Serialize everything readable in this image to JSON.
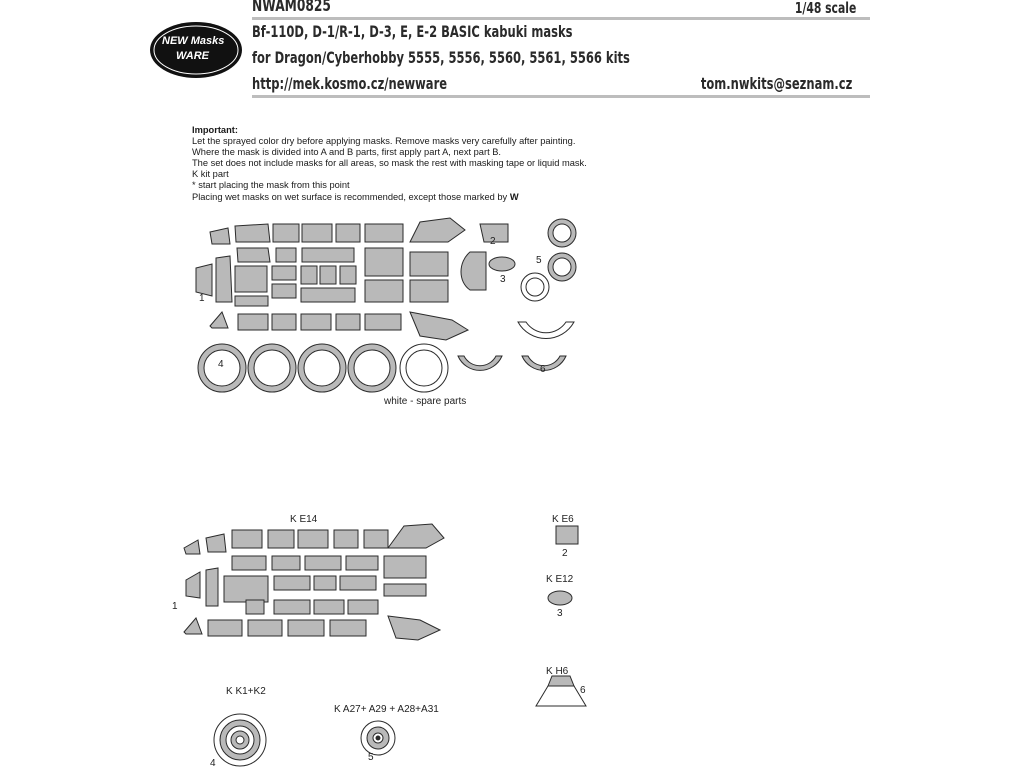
{
  "header": {
    "product_code": "NWAM0825",
    "scale": "1/48 scale",
    "title_line1": "Bf-110D, D-1/R-1, D-3, E, E-2  BASIC kabuki masks",
    "title_line2": "for Dragon/Cyberhobby 5555, 5556, 5560, 5561, 5566 kits",
    "url": "http://mek.kosmo.cz/newware",
    "email": "tom.nwkits@seznam.cz",
    "logo_text_top": "NEW Masks",
    "logo_text_bottom": "WARE"
  },
  "instructions": {
    "heading": "Important:",
    "lines": [
      "Let the sprayed color dry before applying masks. Remove masks very carefully after painting.",
      "Where the mask is divided into A and B parts, first apply part A, next part B.",
      "The set does not include masks for all areas, so mask the rest with masking tape or liquid mask.",
      "K kit part",
      "*  start placing the mask from this point",
      "Placing wet masks on wet surface is recommended, except those marked by"
    ],
    "wet_mark": "W"
  },
  "sheet": {
    "labels": [
      "1",
      "2",
      "3",
      "4",
      "5",
      "6"
    ],
    "spare_note": "white - spare parts"
  },
  "placement": {
    "k_e14": "K E14",
    "k_e6": "K E6",
    "k_e12": "K E12",
    "k_h6": "K H6",
    "k_k1k2": "K K1+K2",
    "k_a27": "K A27+ A29 + A28+A31",
    "labels": [
      "1",
      "2",
      "3",
      "4",
      "5",
      "6"
    ]
  },
  "colors": {
    "mask_fill": "#b9b9b9",
    "mask_stroke": "#2b2b2b",
    "logo_fill": "#111111"
  }
}
